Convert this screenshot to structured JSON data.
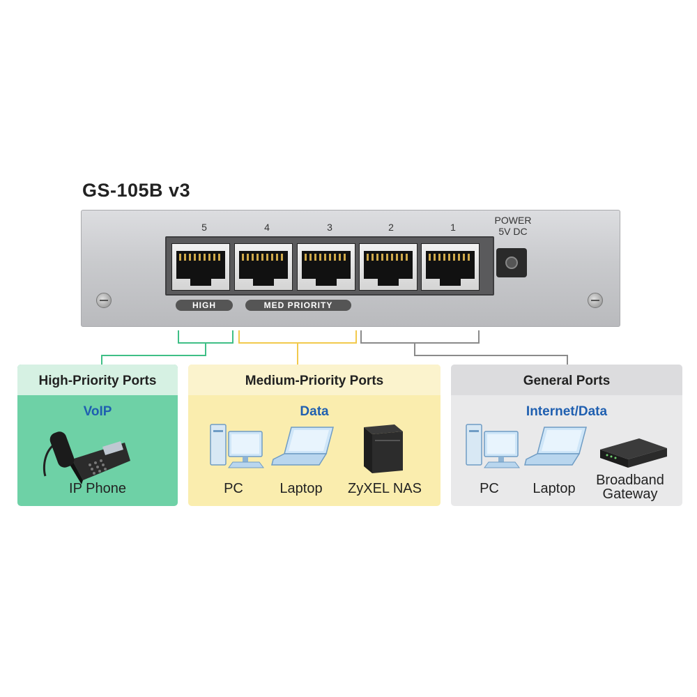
{
  "switch": {
    "model": "GS-105B v3",
    "port_numbers": [
      "5",
      "4",
      "3",
      "2",
      "1"
    ],
    "power_label_line1": "POWER",
    "power_label_line2": "5V DC",
    "tags": {
      "high": "HIGH",
      "medium": "MED PRIORITY"
    }
  },
  "colors": {
    "high": "#6ed1a6",
    "medium": "#f7df7a",
    "general": "#8a8a8a",
    "accent_text": "#1f5fb0"
  },
  "panels": {
    "high": {
      "title": "High-Priority Ports",
      "category": "VoIP",
      "devices": [
        {
          "label": "IP Phone",
          "icon": "ip-phone-icon"
        }
      ]
    },
    "medium": {
      "title": "Medium-Priority Ports",
      "category": "Data",
      "devices": [
        {
          "label": "PC",
          "icon": "desktop-pc-icon"
        },
        {
          "label": "Laptop",
          "icon": "laptop-icon"
        },
        {
          "label": "ZyXEL NAS",
          "icon": "nas-icon"
        }
      ]
    },
    "general": {
      "title": "General Ports",
      "category": "Internet/Data",
      "devices": [
        {
          "label": "PC",
          "icon": "desktop-pc-icon"
        },
        {
          "label": "Laptop",
          "icon": "laptop-icon"
        },
        {
          "label_line1": "Broadband",
          "label_line2": "Gateway",
          "icon": "broadband-gateway-icon"
        }
      ]
    }
  }
}
